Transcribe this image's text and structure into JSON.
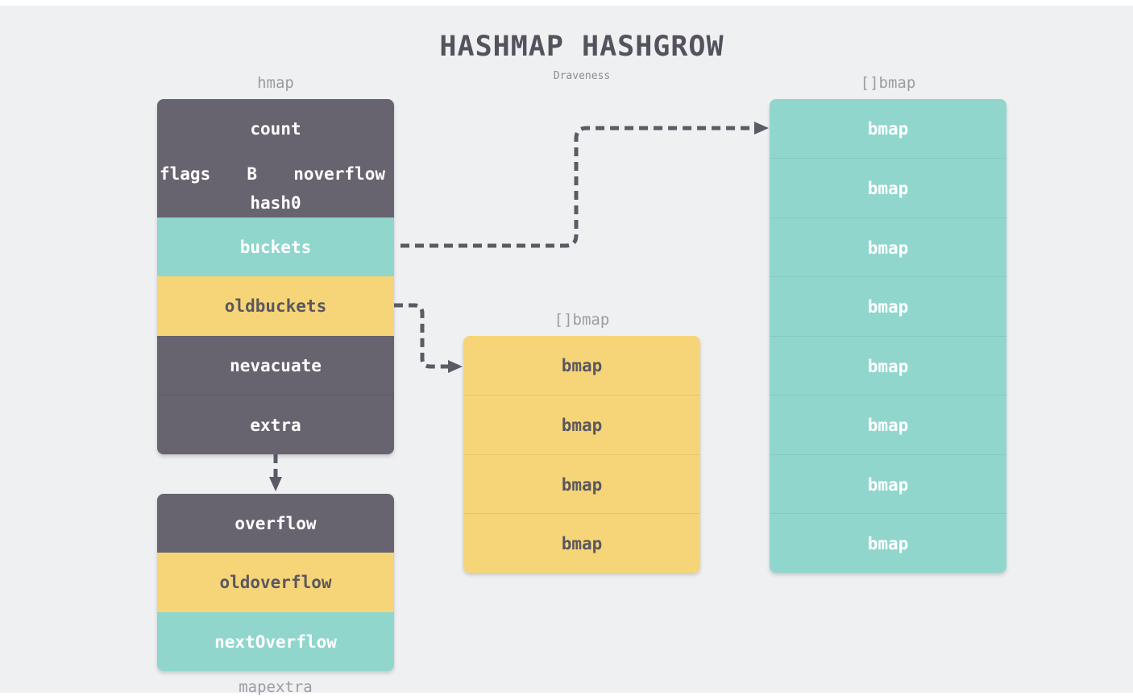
{
  "title": "HASHMAP HASHGROW",
  "subtitle": "Draveness",
  "hmap": {
    "label": "hmap",
    "count": "count",
    "flags": "flags",
    "b": "B",
    "noverflow": "noverflow",
    "hash0": "hash0",
    "buckets": "buckets",
    "oldbuckets": "oldbuckets",
    "nevacuate": "nevacuate",
    "extra": "extra"
  },
  "mapextra": {
    "label": "mapextra",
    "overflow": "overflow",
    "oldoverflow": "oldoverflow",
    "nextOverflow": "nextOverflow"
  },
  "old_buckets": {
    "label": "[]bmap",
    "items": [
      "bmap",
      "bmap",
      "bmap",
      "bmap"
    ]
  },
  "new_buckets": {
    "label": "[]bmap",
    "items": [
      "bmap",
      "bmap",
      "bmap",
      "bmap",
      "bmap",
      "bmap",
      "bmap",
      "bmap"
    ]
  },
  "colors": {
    "dark": "#67646f",
    "teal": "#90d6cd",
    "yellow": "#f6d578",
    "arrow": "#5c5a64",
    "background": "#eff0f2"
  }
}
